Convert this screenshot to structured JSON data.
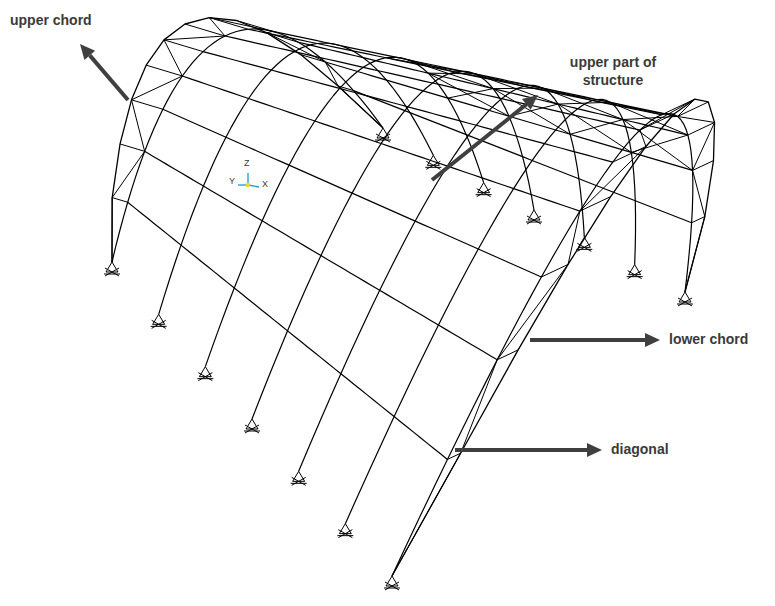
{
  "diagram": {
    "labels": [
      "upper chord",
      "upper part of structure",
      "Z",
      "Y",
      "X",
      "lower chord",
      "diagonal"
    ]
  }
}
